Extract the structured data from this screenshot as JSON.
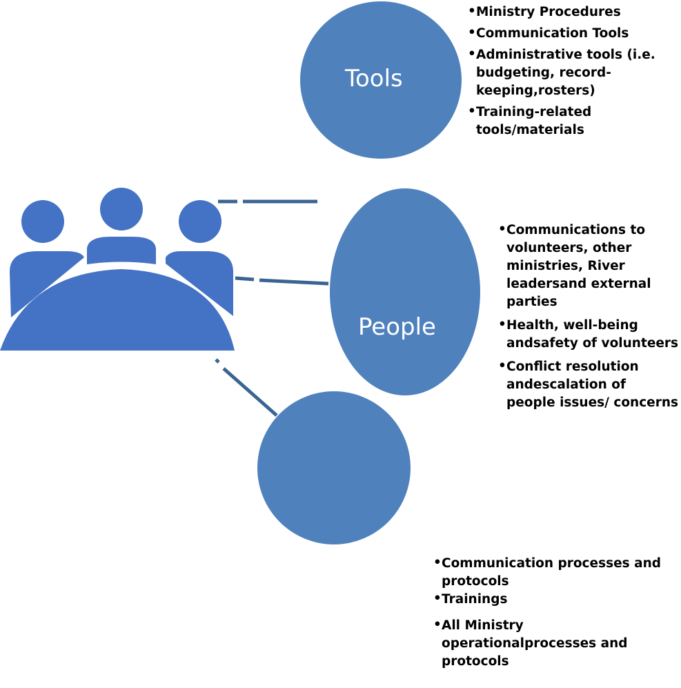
{
  "colors": {
    "circle_fill": "#4f81bd",
    "icon_fill": "#4472c4",
    "connector": "#3a6592",
    "text": "#000000",
    "label_text": "#ffffff"
  },
  "icons": {
    "people_group": "meeting-table-people-icon"
  },
  "circles": {
    "tools": {
      "label": "Tools"
    },
    "people": {
      "label": "People"
    },
    "process": {
      "label": ""
    }
  },
  "tools_items": [
    "Ministry Procedures",
    "Communication Tools",
    "Administrative tools (i.e. budgeting, record-keeping,rosters)",
    "Training-related tools/materials"
  ],
  "people_items": [
    "Communications to volunteers, other ministries, River leadersand external parties",
    "Health, well-being andsafety of volunteers",
    "Conflict resolution andescalation of people issues/ concerns"
  ],
  "process_items": [
    "Communication processes and protocols",
    "Trainings",
    "All Ministry operationalprocesses and protocols"
  ]
}
